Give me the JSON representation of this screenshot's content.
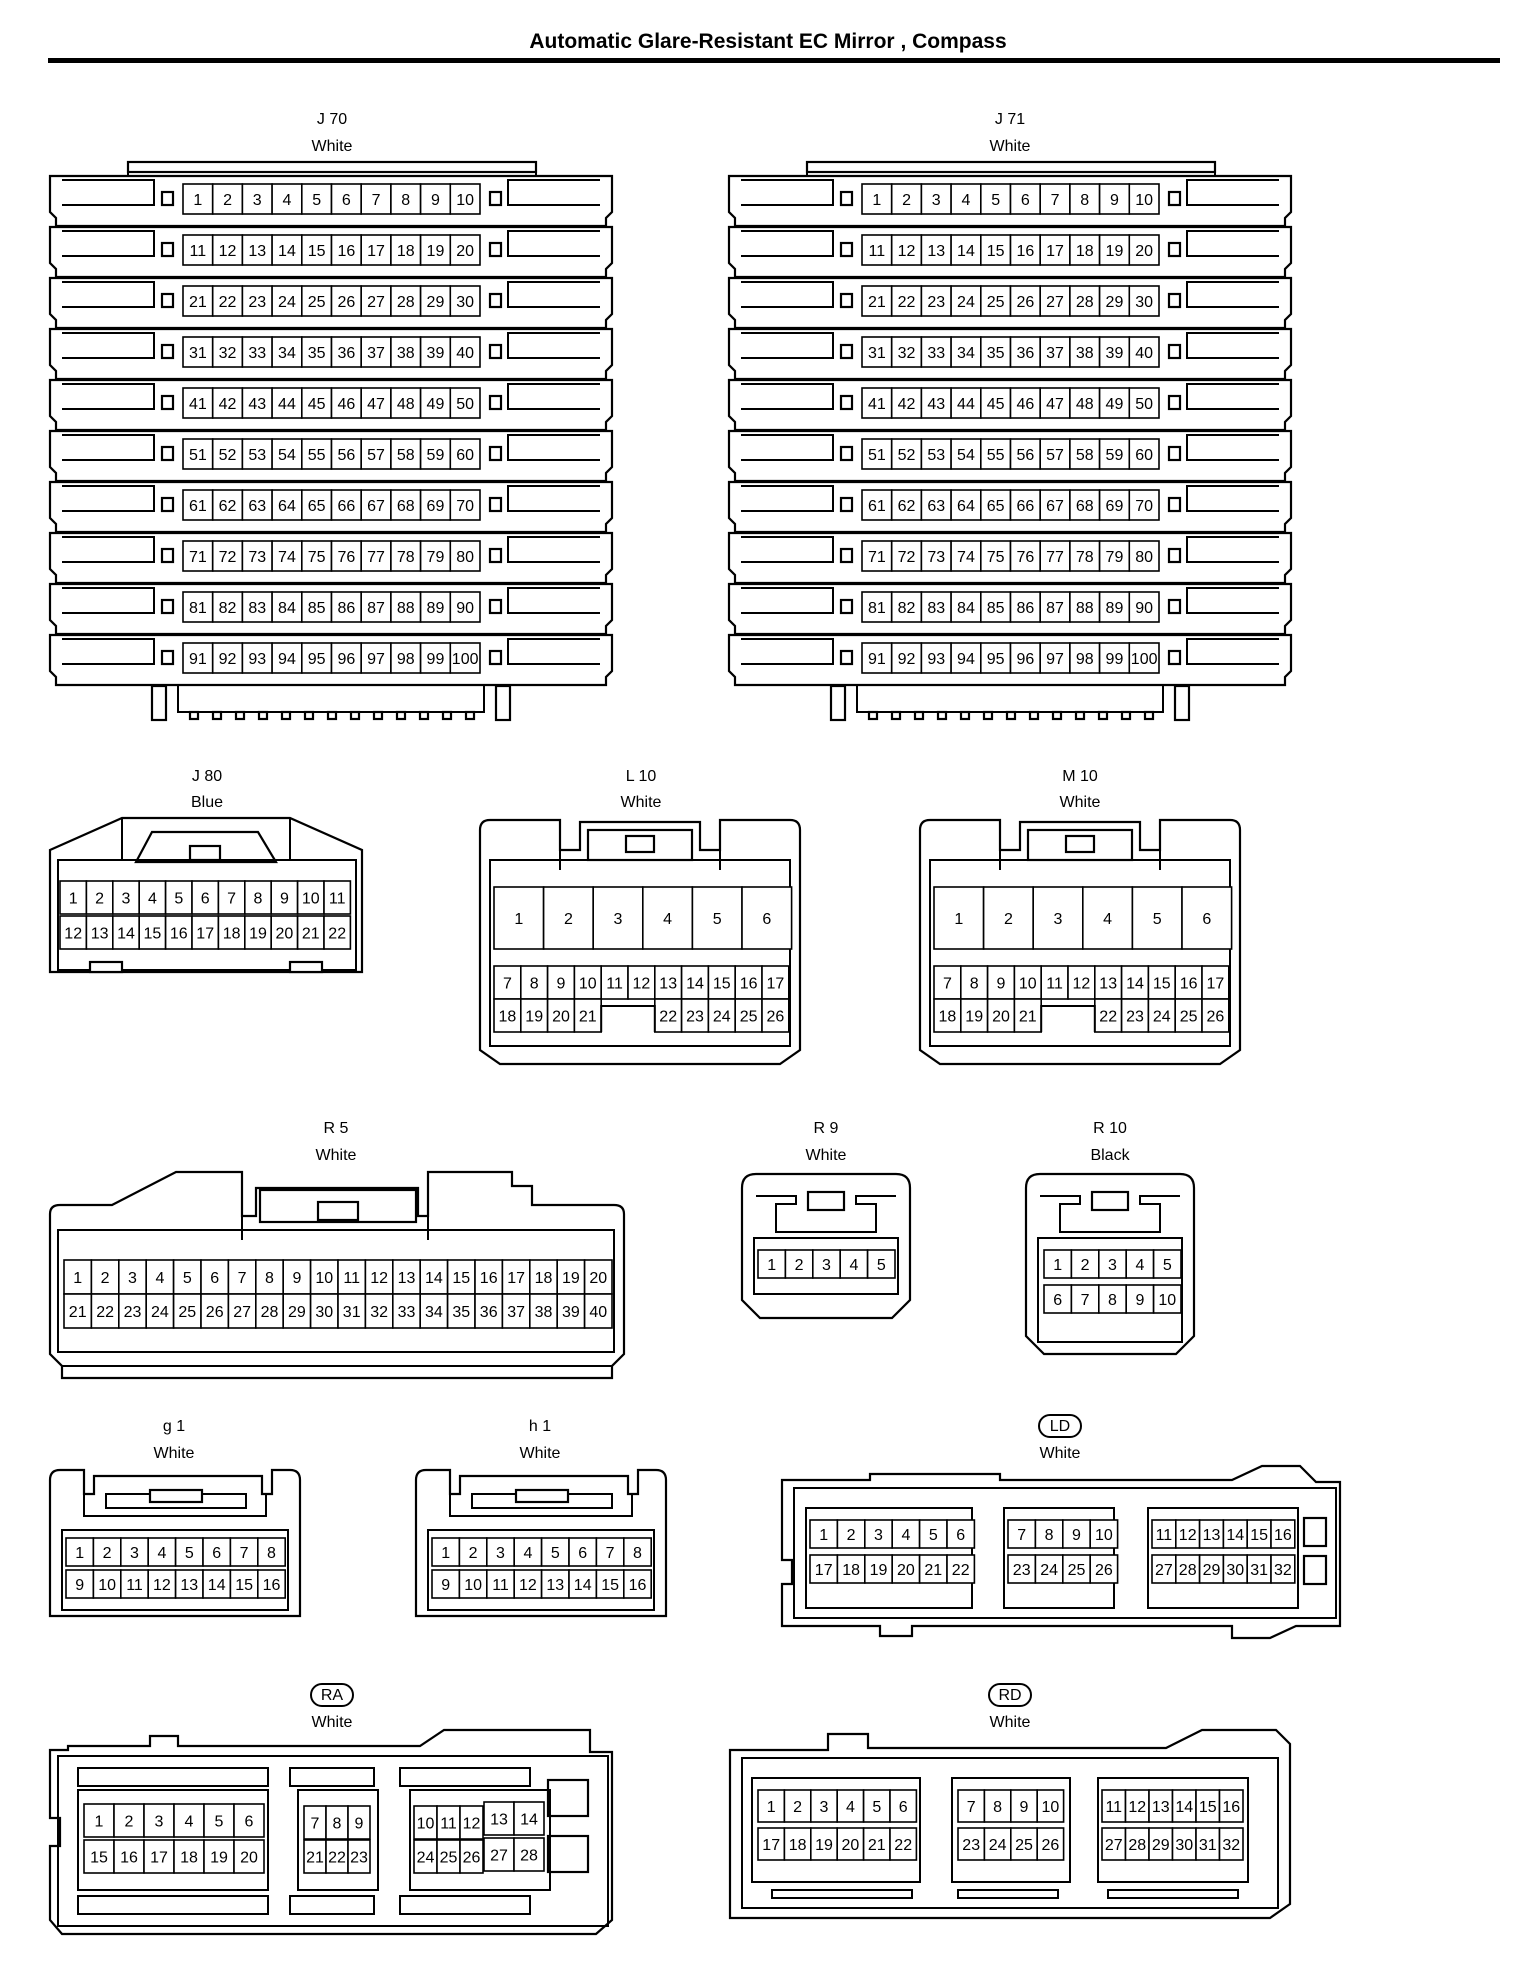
{
  "title": "Automatic Glare-Resistant EC Mirror , Compass",
  "connectors": [
    {
      "id": "J 70",
      "color": "White",
      "badge": false
    },
    {
      "id": "J 71",
      "color": "White",
      "badge": false
    },
    {
      "id": "J 80",
      "color": "Blue",
      "badge": false
    },
    {
      "id": "L 10",
      "color": "White",
      "badge": false
    },
    {
      "id": "M 10",
      "color": "White",
      "badge": false
    },
    {
      "id": "R 5",
      "color": "White",
      "badge": false
    },
    {
      "id": "R 9",
      "color": "White",
      "badge": false
    },
    {
      "id": "R 10",
      "color": "Black",
      "badge": false
    },
    {
      "id": "g 1",
      "color": "White",
      "badge": false
    },
    {
      "id": "h 1",
      "color": "White",
      "badge": false
    },
    {
      "id": "LD",
      "color": "White",
      "badge": true
    },
    {
      "id": "RA",
      "color": "White",
      "badge": true
    },
    {
      "id": "RD",
      "color": "White",
      "badge": true
    }
  ]
}
